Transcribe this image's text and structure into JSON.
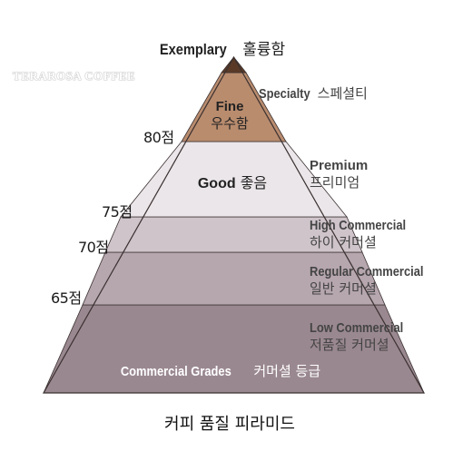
{
  "pyramid": {
    "top": {
      "en": "Exemplary",
      "ko": "훌륭함"
    },
    "fine": {
      "en": "Fine",
      "ko": "우수함"
    },
    "good": {
      "en": "Good",
      "ko": "좋음"
    },
    "base": {
      "en": "Commercial Grades",
      "ko": "커머셜 등급"
    }
  },
  "scores": [
    "80점",
    "75점",
    "70점",
    "65점"
  ],
  "side_labels": [
    {
      "en": "Specialty",
      "ko": "스페셜티"
    },
    {
      "en": "Premium",
      "ko": "프리미엄"
    },
    {
      "en": "High Commercial",
      "ko": "하이 커머셜"
    },
    {
      "en": "Regular Commercial",
      "ko": "일반 커머셜"
    },
    {
      "en": "Low Commercial",
      "ko": "저품질 커머셜"
    }
  ],
  "watermark": "TERAROSA COFFEE",
  "caption": "커피 품질 피라미드",
  "colors": {
    "top": "#5a3a27",
    "fine": "#b98c6e",
    "good": "#ebe6e9",
    "high": "#cfc4ca",
    "regular": "#b6a6ae",
    "low": "#9a8890",
    "outline": "#3a3030"
  }
}
